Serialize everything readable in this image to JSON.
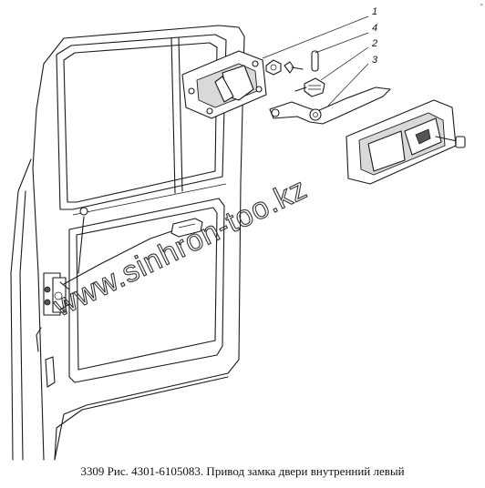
{
  "callouts": [
    "1",
    "4",
    "2",
    "3"
  ],
  "watermark": "www.sinhron-too.kz",
  "caption": "3309 Рис. 4301-6105083. Привод замка двери внутренний левый",
  "corner_mark": "-"
}
